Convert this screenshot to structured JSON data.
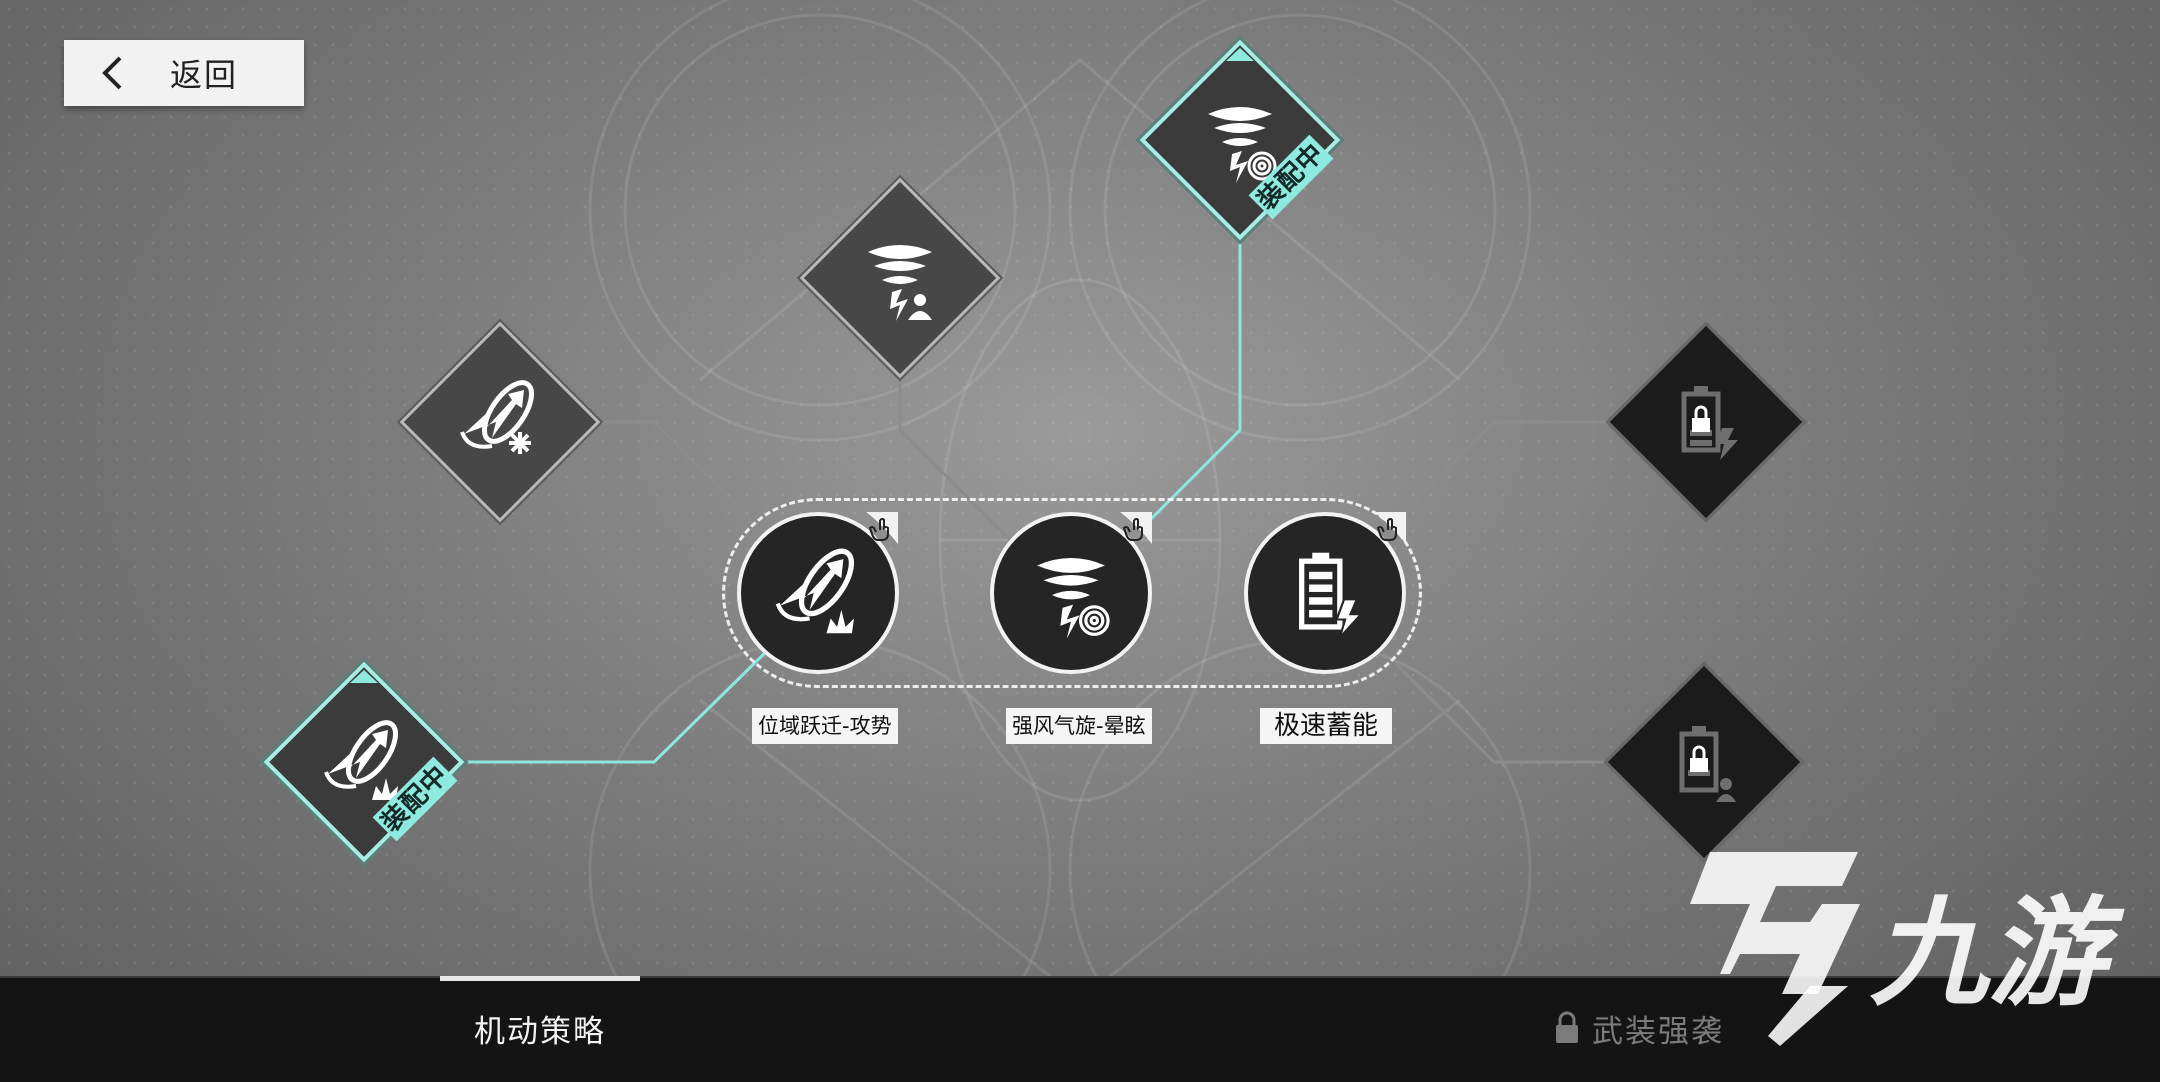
{
  "header": {
    "back_label": "返回"
  },
  "colors": {
    "accent": "#8ee9df",
    "link_active": "#8fe6de",
    "link_inactive": "#8c8c8c"
  },
  "nodes": {
    "warp_freeze": {
      "icon": "warp-arrow-snowflake-icon",
      "state": "available"
    },
    "vortex_shield": {
      "icon": "tornado-person-icon",
      "state": "available"
    },
    "vortex_stun": {
      "icon": "tornado-spiral-icon",
      "state": "equipped",
      "badge": "装配中"
    },
    "warp_attack": {
      "icon": "warp-arrow-burst-icon",
      "state": "equipped",
      "badge": "装配中"
    },
    "charge_locked_1": {
      "icon": "battery-lock-icon",
      "state": "locked"
    },
    "charge_locked_2": {
      "icon": "battery-lock-icon",
      "state": "locked"
    }
  },
  "skills": [
    {
      "label": "位域跃迁-攻势",
      "icon": "warp-arrow-burst-icon"
    },
    {
      "label": "强风气旋-晕眩",
      "icon": "tornado-spiral-icon"
    },
    {
      "label": "极速蓄能",
      "icon": "battery-charge-icon"
    }
  ],
  "tabs": [
    {
      "label": "机动策略",
      "active": true,
      "locked": false
    },
    {
      "label": "武装强袭",
      "active": false,
      "locked": true
    }
  ],
  "watermark": {
    "text": "九游"
  }
}
